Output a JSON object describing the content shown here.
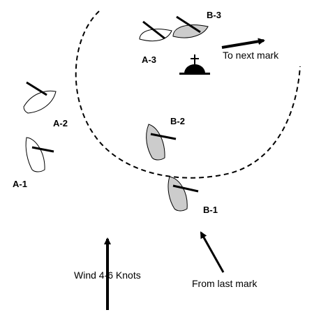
{
  "labels": {
    "a1": "A-1",
    "a2": "A-2",
    "a3": "A-3",
    "b1": "B-1",
    "b2": "B-2",
    "b3": "B-3",
    "next_mark": "To next mark",
    "last_mark": "From last mark",
    "wind": "Wind 4-6 Knots"
  },
  "colors": {
    "boat_a_fill": "#ffffff",
    "boat_b_fill": "#cccccc",
    "stroke": "#000000",
    "mark": "#000000"
  }
}
